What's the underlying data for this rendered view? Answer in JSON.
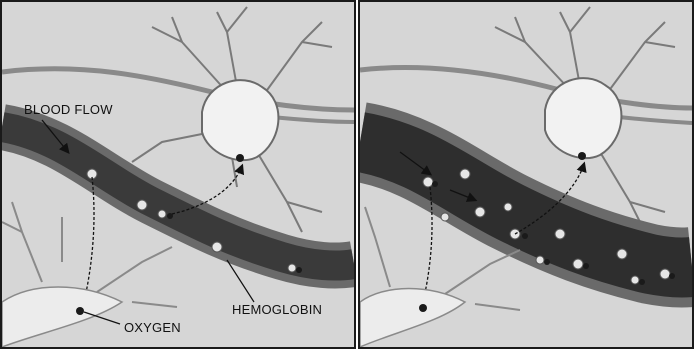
{
  "labels": {
    "blood_flow": "BLOOD FLOW",
    "hemoglobin": "HEMOGLOBIN",
    "oxygen": "OXYGEN"
  },
  "colors": {
    "background": "#dcdcdc",
    "cell_body": "#f2f2f2",
    "vessel_wall": "#6a6a6a",
    "vessel_lumen": "#3a3a3a",
    "hemoglobin": "#e6e6e6",
    "oxygen": "#1a1a1a"
  }
}
